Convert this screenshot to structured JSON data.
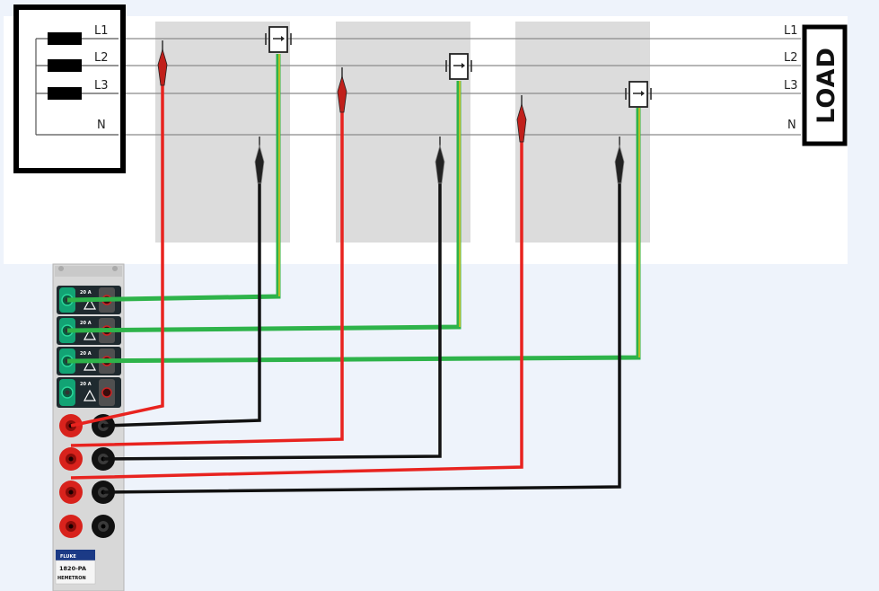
{
  "source": {
    "lines": [
      "L1",
      "L2",
      "L3",
      "N"
    ]
  },
  "load": {
    "title": "LOAD",
    "lines": [
      "L1",
      "L2",
      "L3",
      "N"
    ]
  },
  "module": {
    "current_rating": "20 A",
    "brand": "FLUKE",
    "model": "1820-PA",
    "product": "HEMETRON"
  },
  "colors": {
    "voltage_lead": "#e8231f",
    "neutral_lead": "#111111",
    "current_probe_green": "#2eb34a",
    "current_probe_yellow": "#e3c21c",
    "bus_line": "#8a8a8a",
    "channel_shade": "#dadada"
  }
}
